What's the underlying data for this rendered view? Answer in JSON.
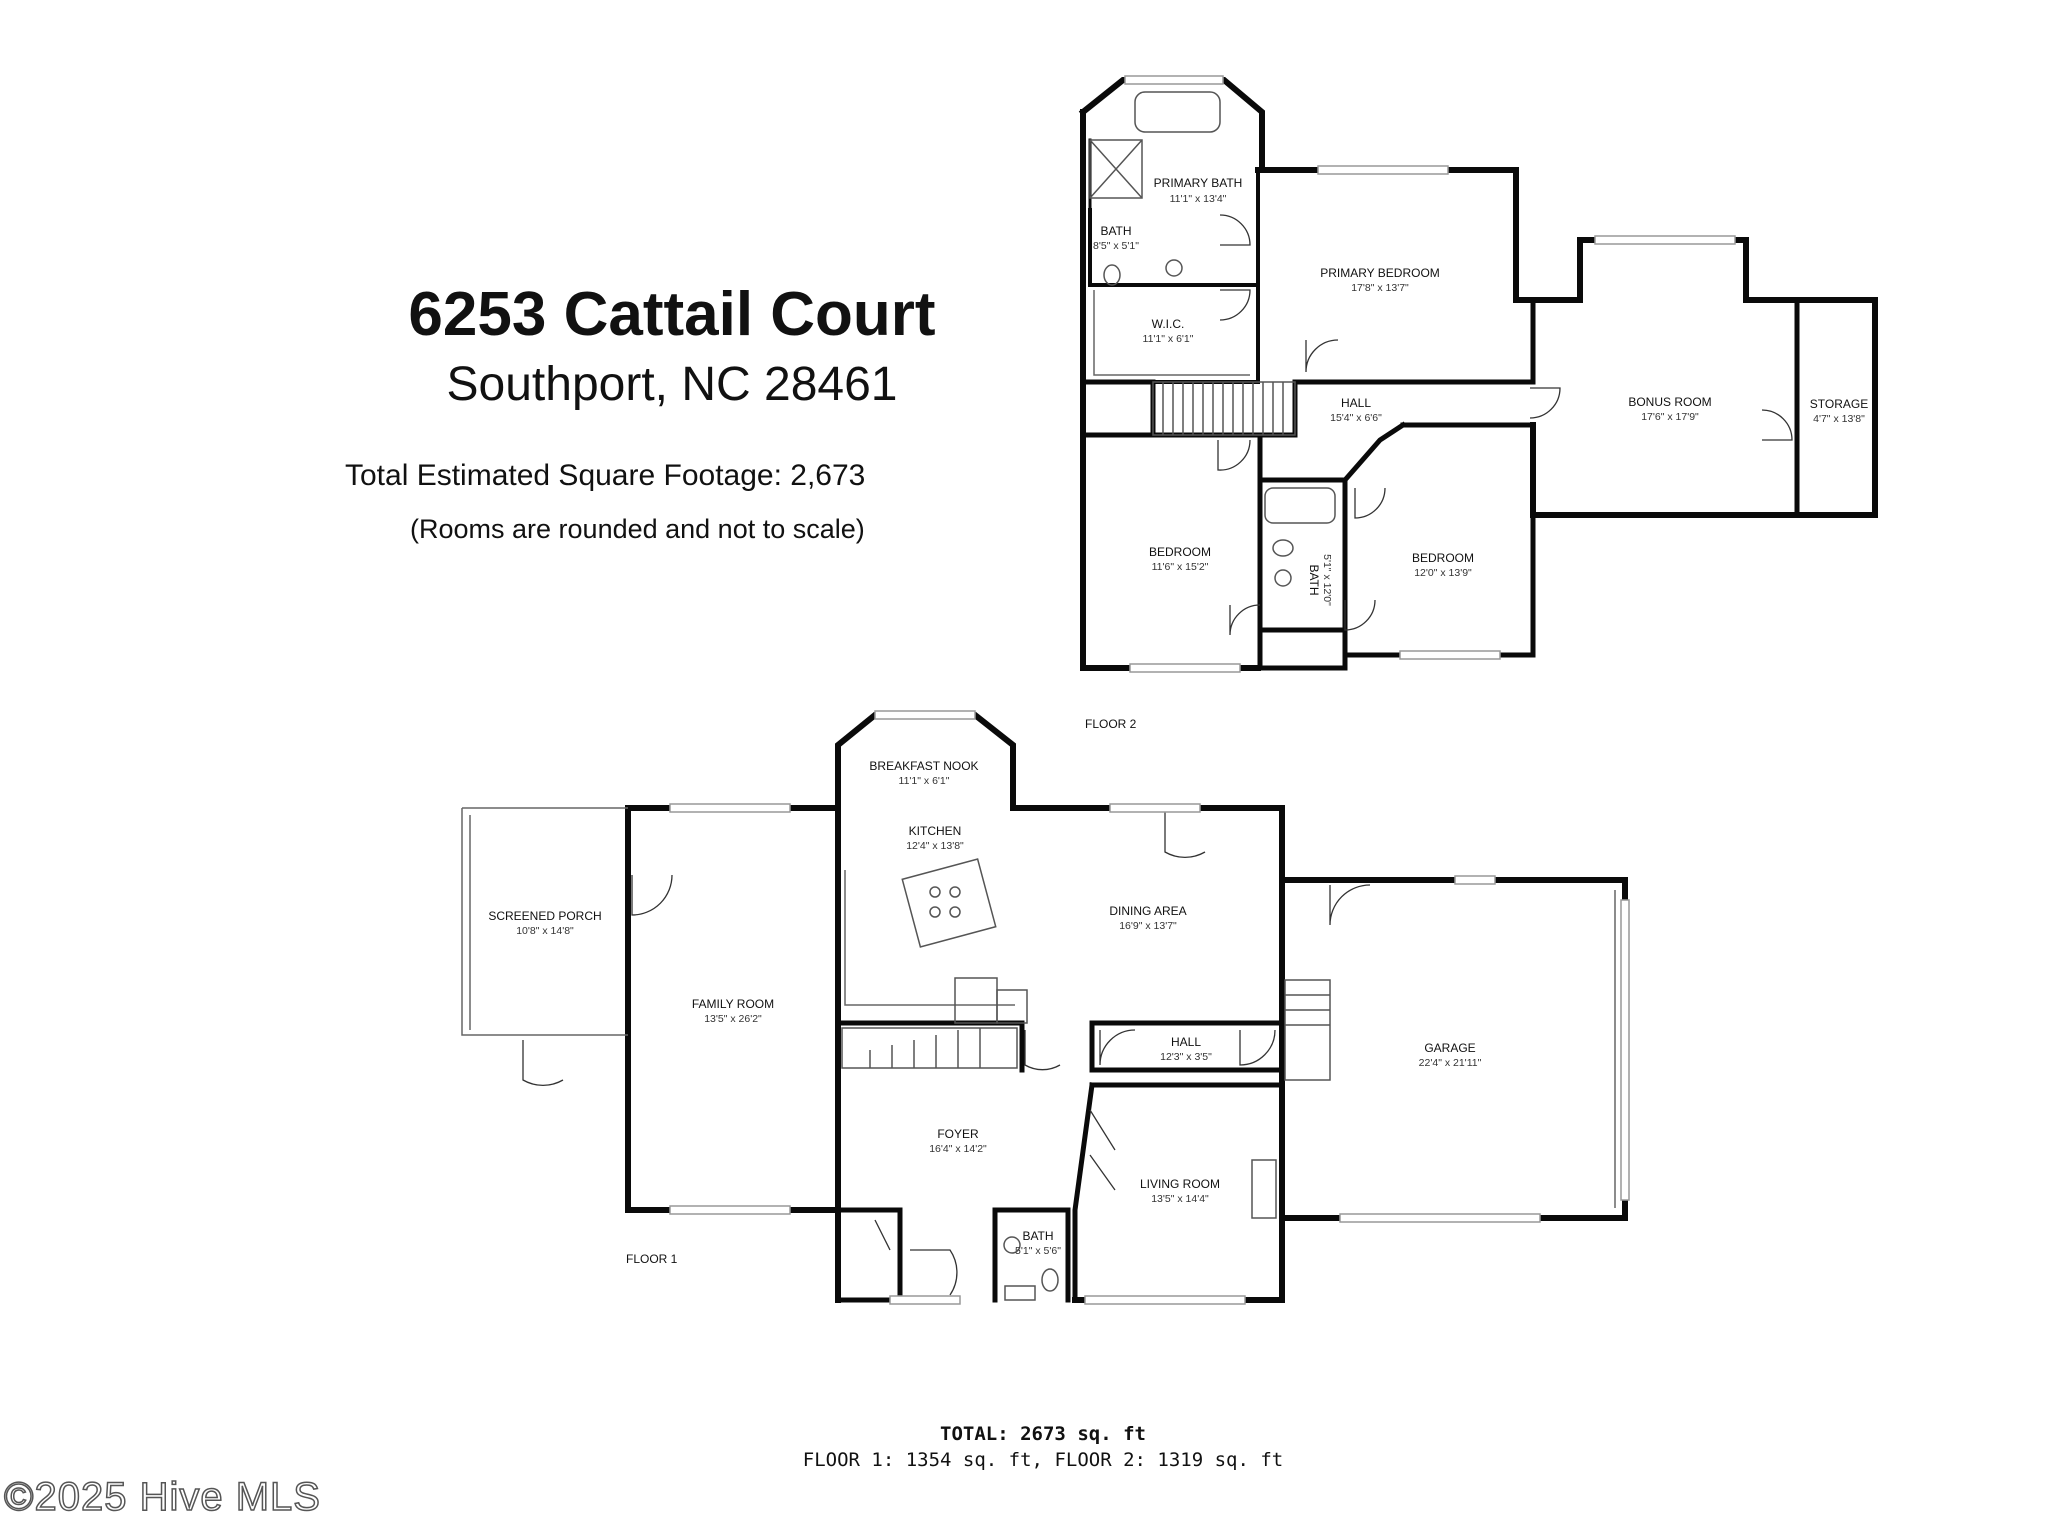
{
  "header": {
    "address_line1": "6253 Cattail Court",
    "address_line2": "Southport, NC  28461",
    "sqft_line": "Total Estimated Square Footage: 2,673",
    "note": "(Rooms are rounded and not to scale)"
  },
  "floors": {
    "floor1_label": "FLOOR 1",
    "floor2_label": "FLOOR 2"
  },
  "rooms": {
    "primary_bath": {
      "name": "PRIMARY BATH",
      "dim": "11'1\" x 13'4\""
    },
    "bath_up_small": {
      "name": "BATH",
      "dim": "8'5\" x 5'1\""
    },
    "wic": {
      "name": "W.I.C.",
      "dim": "11'1\" x 6'1\""
    },
    "primary_bedroom": {
      "name": "PRIMARY BEDROOM",
      "dim": "17'8\" x 13'7\""
    },
    "hall_up": {
      "name": "HALL",
      "dim": "15'4\" x 6'6\""
    },
    "bonus_room": {
      "name": "BONUS ROOM",
      "dim": "17'6\" x 17'9\""
    },
    "storage": {
      "name": "STORAGE",
      "dim": "4'7\" x 13'8\""
    },
    "bedroom_left": {
      "name": "BEDROOM",
      "dim": "11'6\" x 15'2\""
    },
    "bath_up_mid": {
      "name": "BATH",
      "dim": "5'1\" x 12'0\""
    },
    "bedroom_right": {
      "name": "BEDROOM",
      "dim": "12'0\" x 13'9\""
    },
    "breakfast_nook": {
      "name": "BREAKFAST NOOK",
      "dim": "11'1\" x 6'1\""
    },
    "kitchen": {
      "name": "KITCHEN",
      "dim": "12'4\" x 13'8\""
    },
    "dining_area": {
      "name": "DINING AREA",
      "dim": "16'9\" x 13'7\""
    },
    "screened_porch": {
      "name": "SCREENED PORCH",
      "dim": "10'8\" x 14'8\""
    },
    "family_room": {
      "name": "FAMILY ROOM",
      "dim": "13'5\" x 26'2\""
    },
    "hall_down": {
      "name": "HALL",
      "dim": "12'3\" x 3'5\""
    },
    "garage": {
      "name": "GARAGE",
      "dim": "22'4\" x 21'11\""
    },
    "foyer": {
      "name": "FOYER",
      "dim": "16'4\" x 14'2\""
    },
    "living_room": {
      "name": "LIVING ROOM",
      "dim": "13'5\" x 14'4\""
    },
    "bath_down": {
      "name": "BATH",
      "dim": "5'1\" x 5'6\""
    }
  },
  "totals": {
    "total_label": "TOTAL: 2673 sq. ft",
    "floor_breakdown": "FLOOR 1: 1354 sq. ft, FLOOR 2: 1319 sq. ft"
  },
  "watermark": "©2025 Hive MLS"
}
